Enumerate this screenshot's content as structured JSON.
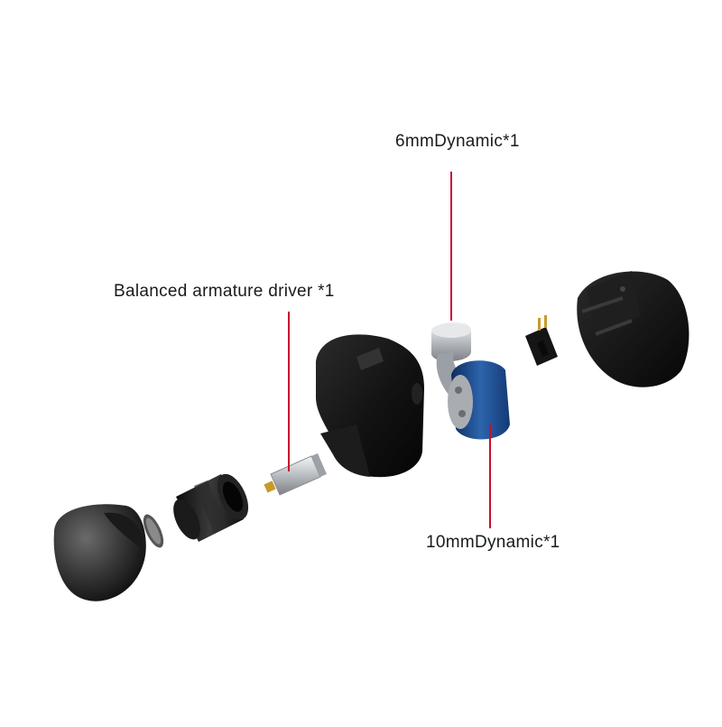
{
  "callouts": {
    "dynamic_6mm": "6mmDynamic*1",
    "balanced_armature": "Balanced armature driver *1",
    "dynamic_10mm": "10mmDynamic*1"
  },
  "colors": {
    "leader_line": "#c8102e",
    "shell": "#141414",
    "driver_blue": "#1f4f8f",
    "metal": "#c9ccd0"
  }
}
